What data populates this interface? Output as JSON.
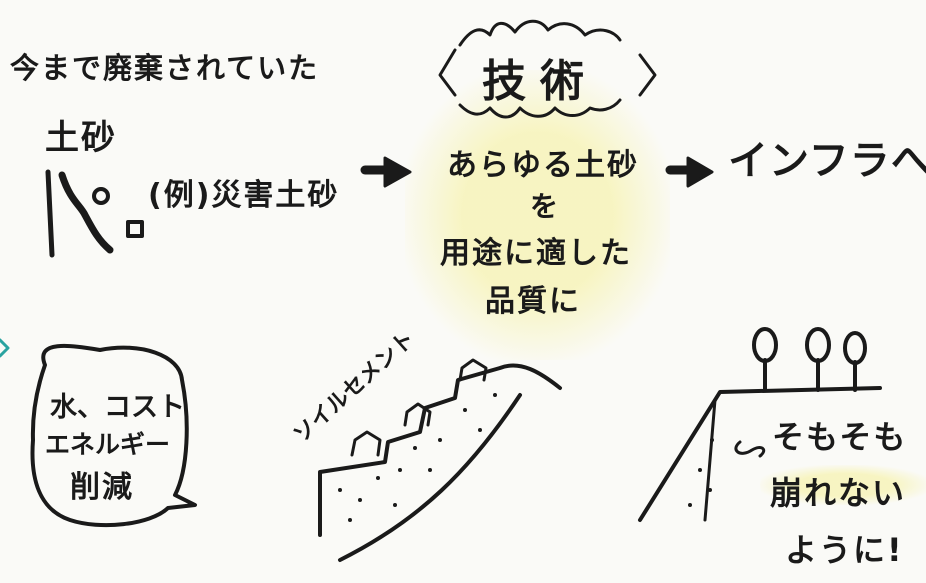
{
  "top_left": {
    "line1": "今まで廃棄されていた",
    "line2": "土砂",
    "disaster": "(例)災害土砂"
  },
  "tech": {
    "title": "技術",
    "line1": "あらゆる土砂",
    "line2": "を",
    "line3": "用途に適した",
    "line4": "品質に"
  },
  "infra": "インフラへ",
  "bubble": {
    "line1": "水、コスト",
    "line2": "エネルギー",
    "line3": "削減"
  },
  "stairs_label": "ソイルセメント",
  "slope": {
    "line1": "そもそも",
    "line2": "崩れない",
    "line3": "ように!"
  },
  "colors": {
    "ink": "#1a1a1a",
    "highlight": "#f3ee8f",
    "accent": "#2aa3a0"
  }
}
